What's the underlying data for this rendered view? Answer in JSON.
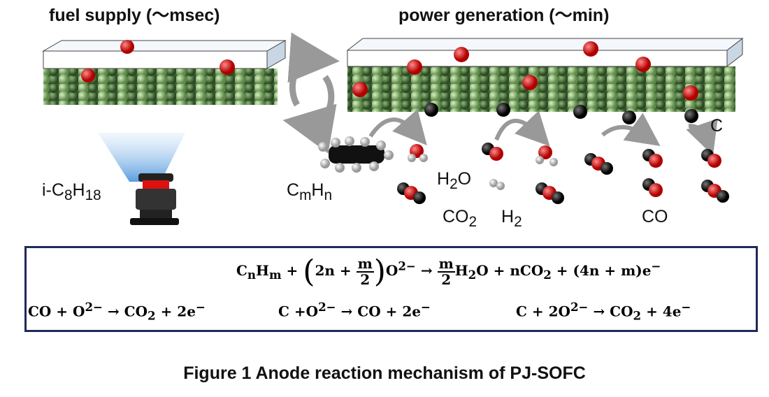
{
  "headers": {
    "left": "fuel supply (～msec)",
    "right": "power generation (～min)"
  },
  "labels": {
    "fuel": [
      "i-C",
      "8",
      "H",
      "18"
    ],
    "cmhn": [
      "C",
      "m",
      "H",
      "n"
    ],
    "h2o": [
      "H",
      "2",
      "O"
    ],
    "co2": [
      "CO",
      "2"
    ],
    "h2": [
      "H",
      "2"
    ],
    "co": "CO",
    "c": "C"
  },
  "equations": {
    "main": {
      "lhs": [
        "C",
        "n",
        "H",
        "m",
        " + ",
        "2n + ",
        "m",
        "2",
        "O",
        "2−",
        " → "
      ],
      "rhs": [
        "m",
        "2",
        "H",
        "2",
        "O + nCO",
        "2",
        " + (4n + m)e",
        "−"
      ]
    },
    "eq2": [
      "CO + O",
      "2−",
      "  →  CO",
      "2",
      " + 2e",
      "−"
    ],
    "eq3": [
      "C +O",
      "2−",
      " →  CO + 2e",
      "−"
    ],
    "eq4": [
      "C + 2O",
      "2−",
      "  →  CO",
      "2",
      " + 4e",
      "−"
    ]
  },
  "caption": "Figure 1 Anode reaction mechanism of PJ-SOFC",
  "colors": {
    "oxygen": "#d61a1a",
    "carbon": "#111111",
    "hydrogen": "#e0e0e0",
    "anode": "#7fa866",
    "frame": "#1f2a5a"
  }
}
